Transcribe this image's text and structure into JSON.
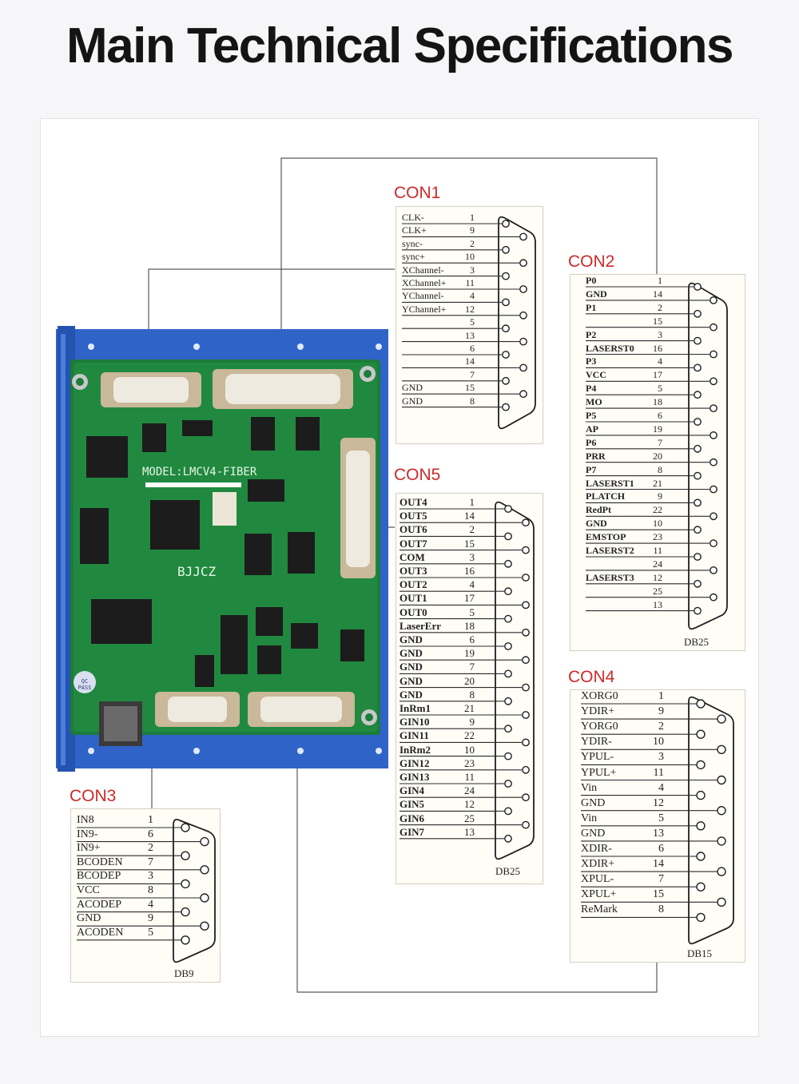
{
  "title": "Main Technical Specifications",
  "board": {
    "model": "MODEL:LMCV4-FIBER",
    "brand": "BJJCZ",
    "qc": "QC PASS"
  },
  "connectors": {
    "con1": {
      "title": "CON1",
      "db": "",
      "pins": [
        {
          "signal": "CLK-",
          "pin": "1"
        },
        {
          "signal": "CLK+",
          "pin": "9"
        },
        {
          "signal": "sync-",
          "pin": "2"
        },
        {
          "signal": "sync+",
          "pin": "10"
        },
        {
          "signal": "XChannel-",
          "pin": "3"
        },
        {
          "signal": "XChannel+",
          "pin": "11"
        },
        {
          "signal": "YChannel-",
          "pin": "4"
        },
        {
          "signal": "YChannel+",
          "pin": "12"
        },
        {
          "signal": "",
          "pin": "5"
        },
        {
          "signal": "",
          "pin": "13"
        },
        {
          "signal": "",
          "pin": "6"
        },
        {
          "signal": "",
          "pin": "14"
        },
        {
          "signal": "",
          "pin": "7"
        },
        {
          "signal": "GND",
          "pin": "15"
        },
        {
          "signal": "GND",
          "pin": "8"
        }
      ]
    },
    "con2": {
      "title": "CON2",
      "db": "DB25",
      "pins": [
        {
          "signal": "P0",
          "pin": "1"
        },
        {
          "signal": "GND",
          "pin": "14"
        },
        {
          "signal": "P1",
          "pin": "2"
        },
        {
          "signal": "",
          "pin": "15"
        },
        {
          "signal": "P2",
          "pin": "3"
        },
        {
          "signal": "LASERST0",
          "pin": "16"
        },
        {
          "signal": "P3",
          "pin": "4"
        },
        {
          "signal": "VCC",
          "pin": "17"
        },
        {
          "signal": "P4",
          "pin": "5"
        },
        {
          "signal": "MO",
          "pin": "18"
        },
        {
          "signal": "P5",
          "pin": "6"
        },
        {
          "signal": "AP",
          "pin": "19"
        },
        {
          "signal": "P6",
          "pin": "7"
        },
        {
          "signal": "PRR",
          "pin": "20"
        },
        {
          "signal": "P7",
          "pin": "8"
        },
        {
          "signal": "LASERST1",
          "pin": "21"
        },
        {
          "signal": "PLATCH",
          "pin": "9"
        },
        {
          "signal": "RedPt",
          "pin": "22"
        },
        {
          "signal": "GND",
          "pin": "10"
        },
        {
          "signal": "EMSTOP",
          "pin": "23"
        },
        {
          "signal": "LASERST2",
          "pin": "11"
        },
        {
          "signal": "",
          "pin": "24"
        },
        {
          "signal": "LASERST3",
          "pin": "12"
        },
        {
          "signal": "",
          "pin": "25"
        },
        {
          "signal": "",
          "pin": "13"
        }
      ]
    },
    "con5": {
      "title": "CON5",
      "db": "DB25",
      "pins": [
        {
          "signal": "OUT4",
          "pin": "1"
        },
        {
          "signal": "OUT5",
          "pin": "14"
        },
        {
          "signal": "OUT6",
          "pin": "2"
        },
        {
          "signal": "OUT7",
          "pin": "15"
        },
        {
          "signal": "COM",
          "pin": "3"
        },
        {
          "signal": "OUT3",
          "pin": "16"
        },
        {
          "signal": "OUT2",
          "pin": "4"
        },
        {
          "signal": "OUT1",
          "pin": "17"
        },
        {
          "signal": "OUT0",
          "pin": "5"
        },
        {
          "signal": "LaserErr",
          "pin": "18"
        },
        {
          "signal": "GND",
          "pin": "6"
        },
        {
          "signal": "GND",
          "pin": "19"
        },
        {
          "signal": "GND",
          "pin": "7"
        },
        {
          "signal": "GND",
          "pin": "20"
        },
        {
          "signal": "GND",
          "pin": "8"
        },
        {
          "signal": "InRm1",
          "pin": "21"
        },
        {
          "signal": "GIN10",
          "pin": "9"
        },
        {
          "signal": "GIN11",
          "pin": "22"
        },
        {
          "signal": "InRm2",
          "pin": "10"
        },
        {
          "signal": "GIN12",
          "pin": "23"
        },
        {
          "signal": "GIN13",
          "pin": "11"
        },
        {
          "signal": "GIN4",
          "pin": "24"
        },
        {
          "signal": "GIN5",
          "pin": "12"
        },
        {
          "signal": "GIN6",
          "pin": "25"
        },
        {
          "signal": "GIN7",
          "pin": "13"
        }
      ]
    },
    "con4": {
      "title": "CON4",
      "db": "DB15",
      "pins": [
        {
          "signal": "XORG0",
          "pin": "1"
        },
        {
          "signal": "YDIR+",
          "pin": "9"
        },
        {
          "signal": "YORG0",
          "pin": "2"
        },
        {
          "signal": "YDIR-",
          "pin": "10"
        },
        {
          "signal": "YPUL-",
          "pin": "3"
        },
        {
          "signal": "YPUL+",
          "pin": "11"
        },
        {
          "signal": "Vin",
          "pin": "4"
        },
        {
          "signal": "GND",
          "pin": "12"
        },
        {
          "signal": "Vin",
          "pin": "5"
        },
        {
          "signal": "GND",
          "pin": "13"
        },
        {
          "signal": "XDIR-",
          "pin": "6"
        },
        {
          "signal": "XDIR+",
          "pin": "14"
        },
        {
          "signal": "XPUL-",
          "pin": "7"
        },
        {
          "signal": "XPUL+",
          "pin": "15"
        },
        {
          "signal": "ReMark",
          "pin": "8"
        }
      ]
    },
    "con3": {
      "title": "CON3",
      "db": "DB9",
      "pins": [
        {
          "signal": "IN8",
          "pin": "1"
        },
        {
          "signal": "IN9-",
          "pin": "6"
        },
        {
          "signal": "IN9+",
          "pin": "2"
        },
        {
          "signal": "BCODEN",
          "pin": "7"
        },
        {
          "signal": "BCODEP",
          "pin": "3"
        },
        {
          "signal": "VCC",
          "pin": "8"
        },
        {
          "signal": "ACODEP",
          "pin": "4"
        },
        {
          "signal": "GND",
          "pin": "9"
        },
        {
          "signal": "ACODEN",
          "pin": "5"
        }
      ]
    }
  }
}
